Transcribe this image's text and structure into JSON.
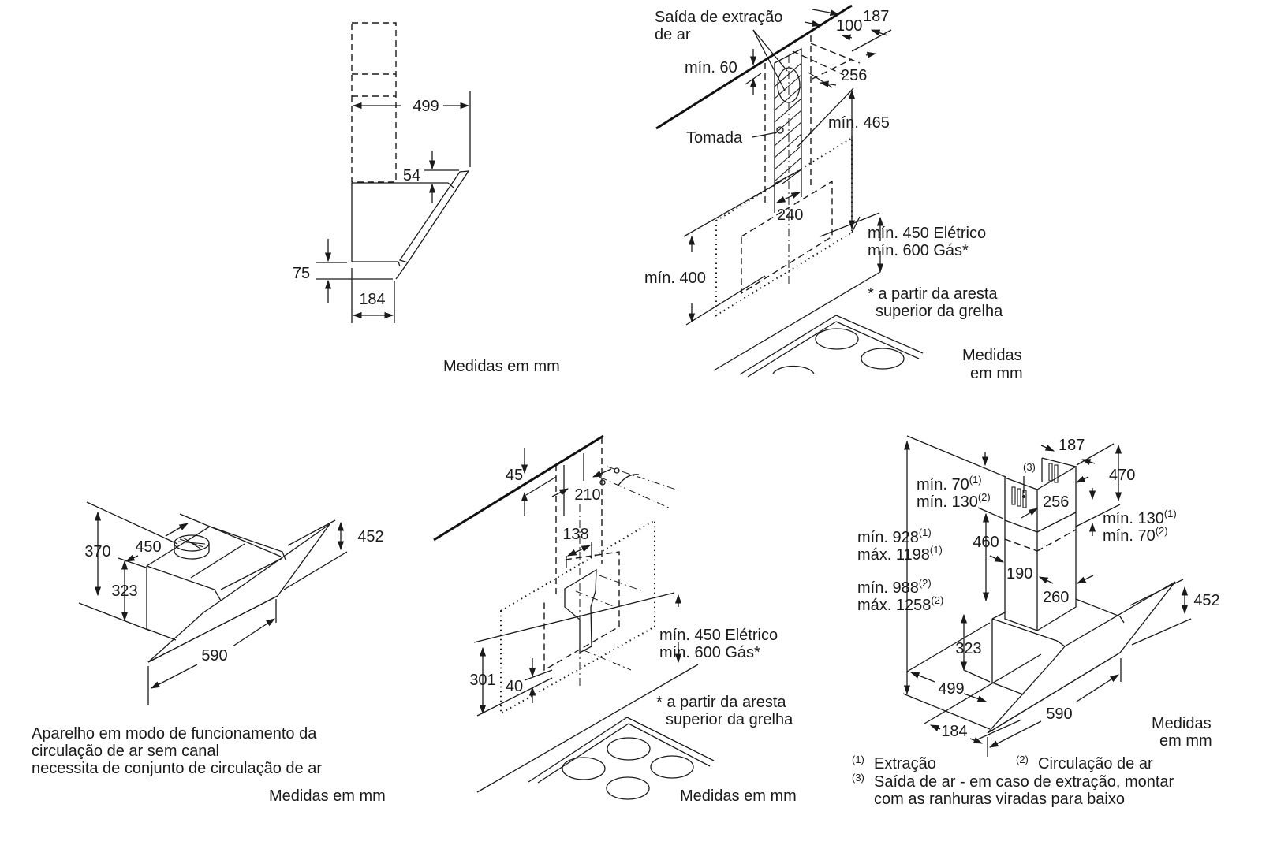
{
  "document": {
    "type": "installation dimension drawings - wall-mounted angled cooker hood",
    "language": "pt-BR",
    "units_label": "Medidas em mm"
  },
  "diagrams": {
    "side_view": {
      "dims": {
        "depth_total": "499",
        "glass_offset": "54",
        "bottom_offset": "75",
        "body_depth": "184"
      },
      "caption": "Medidas em mm"
    },
    "duct_install": {
      "labels": {
        "air_outlet_line1": "Saída de extração",
        "air_outlet_line2": "de ar",
        "min_top": "mín. 60",
        "socket": "Tomada",
        "min_465": "mín. 465",
        "min_400": "mín. 400",
        "min_electric": "mín. 450 Elétrico",
        "min_gas": "mín. 600 Gás*",
        "note_line1": "* a partir da aresta",
        "note_line2": "superior da grelha",
        "caption_line1": "Medidas",
        "caption_line2": "em mm"
      },
      "dims": {
        "d187": "187",
        "d100": "100",
        "d256": "256",
        "d240": "240"
      }
    },
    "recirculation_iso": {
      "dims": {
        "d370": "370",
        "d450": "450",
        "d323": "323",
        "d452": "452",
        "d590": "590"
      },
      "description_line1": "Aparelho em modo de funcionamento da",
      "description_line2": "circulação de ar sem canal",
      "description_line3": "necessita de conjunto de circulação de ar",
      "caption": "Medidas em mm"
    },
    "bracket_install": {
      "dims": {
        "d45": "45",
        "d210": "210",
        "d138": "138",
        "d301": "301",
        "d40": "40"
      },
      "labels": {
        "min_electric": "mín. 450 Elétrico",
        "min_gas": "mín. 600 Gás*",
        "note_line1": "* a partir da aresta",
        "note_line2": "superior da grelha"
      },
      "caption": "Medidas em mm"
    },
    "chimney_iso": {
      "dims": {
        "d187": "187",
        "d470": "470",
        "d256": "256",
        "d460": "460",
        "d190": "190",
        "d260": "260",
        "d452": "452",
        "d323": "323",
        "d499": "499",
        "d590": "590",
        "d184": "184"
      },
      "labels": {
        "ref3": "(3)",
        "min70": "mín. 70",
        "min70_sup": "(1)",
        "min130": "mín. 130",
        "min130_sup": "(2)",
        "min130b": "mín. 130",
        "min130b_sup": "(1)",
        "min70b": "mín. 70",
        "min70b_sup": "(2)",
        "min928": "mín. 928",
        "min928_sup": "(1)",
        "max1198": "máx. 1198",
        "max1198_sup": "(1)",
        "min988": "mín. 988",
        "min988_sup": "(2)",
        "max1258": "máx. 1258",
        "max1258_sup": "(2)",
        "caption_line1": "Medidas",
        "caption_line2": "em mm"
      },
      "legend": {
        "l1_mark": "(1)",
        "l1_text": "Extração",
        "l2_mark": "(2)",
        "l2_text": "Circulação de ar",
        "l3_mark": "(3)",
        "l3_text_line1": "Saída de ar - em caso de extração, montar",
        "l3_text_line2": "com as ranhuras viradas para baixo"
      }
    }
  }
}
